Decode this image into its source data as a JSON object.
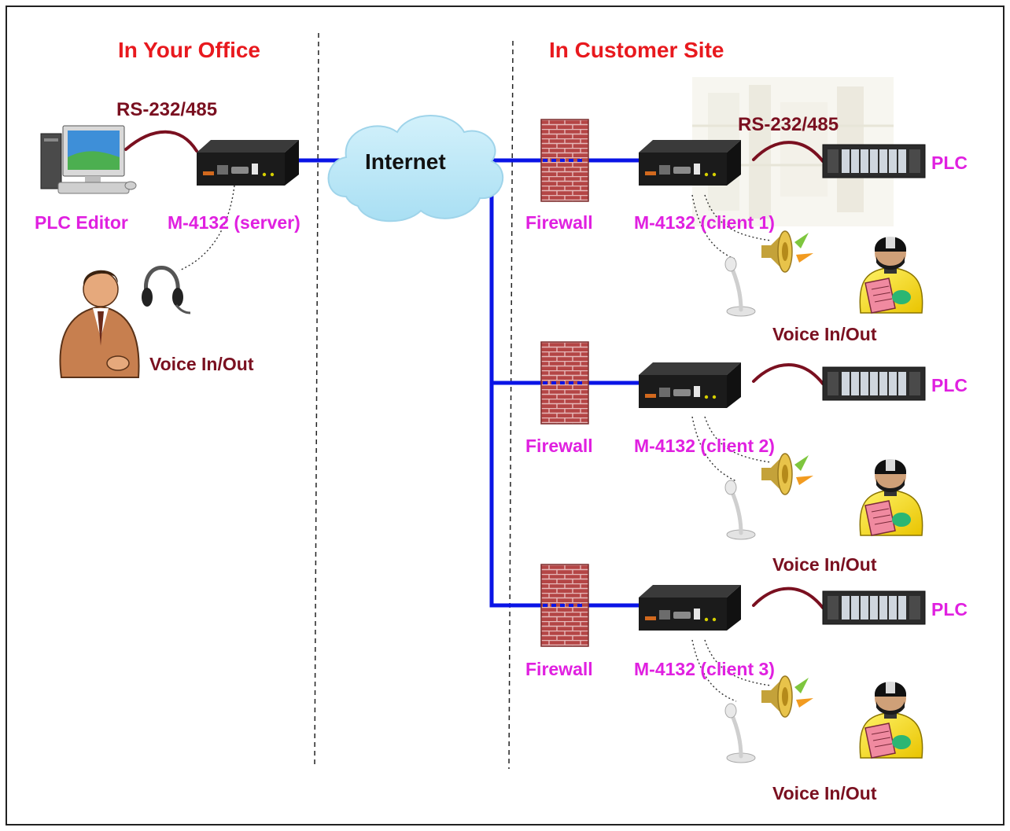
{
  "zones": {
    "office": "In Your Office",
    "customer": "In Customer Site"
  },
  "network": {
    "internet_label": "Internet"
  },
  "office": {
    "interface_label": "RS-232/485",
    "pc_label": "PLC Editor",
    "device_label": "M-4132 (server)",
    "voice_label": "Voice In/Out"
  },
  "sites": [
    {
      "interface_label": "RS-232/485",
      "firewall_label": "Firewall",
      "device_label": "M-4132 (client 1)",
      "plc_label": "PLC",
      "voice_label": "Voice In/Out"
    },
    {
      "firewall_label": "Firewall",
      "device_label": "M-4132 (client 2)",
      "plc_label": "PLC",
      "voice_label": "Voice In/Out"
    },
    {
      "firewall_label": "Firewall",
      "device_label": "M-4132 (client 3)",
      "plc_label": "PLC",
      "voice_label": "Voice In/Out"
    }
  ],
  "colors": {
    "network_line": "#0a14e6",
    "serial_cable": "#7a1020",
    "firewall_brick": "#a83a3a",
    "zone_title": "#e8191e",
    "device_label": "#e020e0"
  },
  "icons": {
    "pc": "desktop-computer-icon",
    "device": "m4132-box-icon",
    "cloud": "internet-cloud-icon",
    "firewall": "brick-wall-icon",
    "plc": "plc-rack-icon",
    "headset": "headset-icon",
    "speaker": "speaker-icon",
    "microphone": "microphone-icon",
    "office_worker": "businessman-icon",
    "field_worker": "field-worker-icon"
  }
}
